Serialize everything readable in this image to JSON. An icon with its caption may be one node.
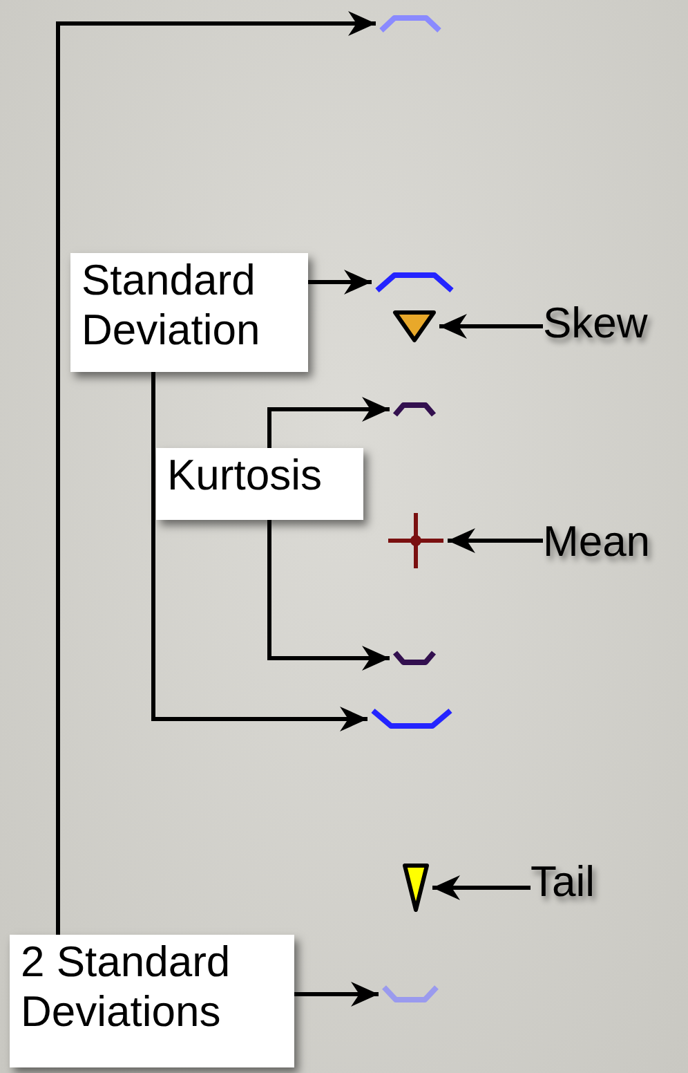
{
  "diagram": {
    "nodes": [
      {
        "text": [],
        "shape": "arc"
      },
      {
        "text": [
          "Standard Deviation"
        ]
      },
      {
        "text": [],
        "shape": "arc"
      },
      {
        "text": [],
        "shape": "triangle"
      },
      {
        "text": [
          "Skew"
        ]
      },
      {
        "text": [],
        "shape": "arc"
      },
      {
        "text": [
          "Kurtosis"
        ]
      },
      {
        "text": [],
        "shape": "cross"
      },
      {
        "text": [
          "Mean"
        ]
      },
      {
        "text": [],
        "shape": "arc"
      },
      {
        "text": [],
        "shape": "arc"
      },
      {
        "text": [],
        "shape": "triangle"
      },
      {
        "text": [
          "Tail"
        ]
      },
      {
        "text": [
          "2 Standard Deviations"
        ]
      },
      {
        "text": [],
        "shape": "arc"
      }
    ],
    "edges": [
      {
        "from": 13,
        "to": 0,
        "arrow": "to"
      },
      {
        "from": 13,
        "to": 14,
        "arrow": "to"
      },
      {
        "from": 1,
        "to": 2,
        "arrow": "to"
      },
      {
        "from": 1,
        "to": 10,
        "arrow": "to"
      },
      {
        "from": 6,
        "to": 5,
        "arrow": "to"
      },
      {
        "from": 6,
        "to": 9,
        "arrow": "to"
      },
      {
        "from": 4,
        "to": 3,
        "arrow": "to"
      },
      {
        "from": 8,
        "to": 7,
        "arrow": "to"
      },
      {
        "from": 12,
        "to": 11,
        "arrow": "to"
      }
    ]
  }
}
